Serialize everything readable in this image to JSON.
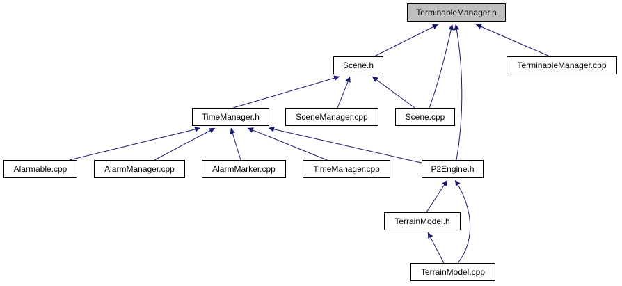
{
  "colors": {
    "edge": "#191970",
    "root_fill": "#bfbfbf",
    "node_fill": "#ffffff",
    "border": "#000000"
  },
  "nodes": {
    "terminable_manager_h": "TerminableManager.h",
    "scene_h": "Scene.h",
    "terminable_manager_cpp": "TerminableManager.cpp",
    "time_manager_h": "TimeManager.h",
    "scene_manager_cpp": "SceneManager.cpp",
    "scene_cpp": "Scene.cpp",
    "alarmable_cpp": "Alarmable.cpp",
    "alarm_manager_cpp": "AlarmManager.cpp",
    "alarm_marker_cpp": "AlarmMarker.cpp",
    "time_manager_cpp": "TimeManager.cpp",
    "p2engine_h": "P2Engine.h",
    "terrain_model_h": "TerrainModel.h",
    "terrain_model_cpp": "TerrainModel.cpp"
  },
  "edges": [
    [
      "scene_h",
      "terminable_manager_h"
    ],
    [
      "scene_cpp",
      "terminable_manager_h"
    ],
    [
      "p2engine_h",
      "terminable_manager_h"
    ],
    [
      "terminable_manager_cpp",
      "terminable_manager_h"
    ],
    [
      "time_manager_h",
      "scene_h"
    ],
    [
      "scene_manager_cpp",
      "scene_h"
    ],
    [
      "scene_cpp",
      "scene_h"
    ],
    [
      "alarmable_cpp",
      "time_manager_h"
    ],
    [
      "alarm_manager_cpp",
      "time_manager_h"
    ],
    [
      "alarm_marker_cpp",
      "time_manager_h"
    ],
    [
      "time_manager_cpp",
      "time_manager_h"
    ],
    [
      "p2engine_h",
      "time_manager_h"
    ],
    [
      "terrain_model_h",
      "p2engine_h"
    ],
    [
      "terrain_model_cpp",
      "p2engine_h"
    ],
    [
      "terrain_model_cpp",
      "terrain_model_h"
    ]
  ]
}
